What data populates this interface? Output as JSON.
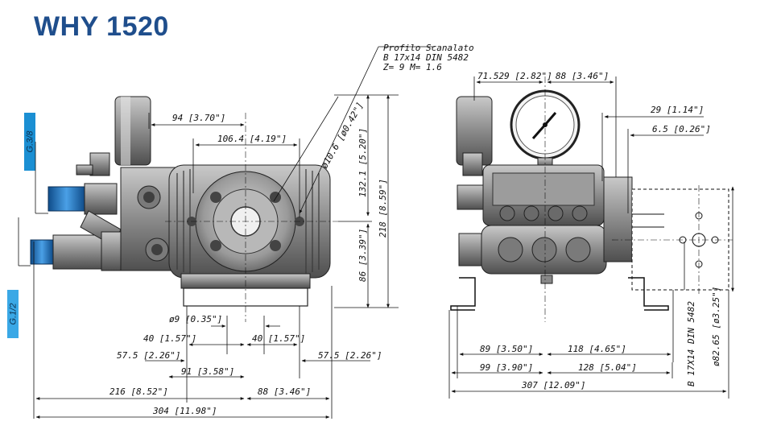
{
  "title": "WHY 1520",
  "thread_labels": {
    "top": "G.3/8",
    "bottom": "G.1/2"
  },
  "spline_note": {
    "line1": "Profilo Scanalato",
    "line2": "B 17x14 DIN 5482",
    "line3": "Z= 9    M= 1.6"
  },
  "left_view_dims": {
    "d94": "94 [3.70\"]",
    "d106": "106.4 [4.19\"]",
    "dia106": "ø10.6 [ø0.42\"]",
    "d132": "132.1 [5.20\"]",
    "d218": "218 [8.59\"]",
    "d86": "86 [3.39\"]",
    "dia9": "ø9 [0.35\"]",
    "d40a": "40 [1.57\"]",
    "d40b": "40 [1.57\"]",
    "d57a": "57.5 [2.26\"]",
    "d57b": "57.5 [2.26\"]",
    "d91": "91 [3.58\"]",
    "d216": "216 [8.52\"]",
    "d88": "88 [3.46\"]",
    "d304": "304 [11.98\"]"
  },
  "right_view_dims": {
    "d71": "71.529 [2.82\"]",
    "d88": "88 [3.46\"]",
    "d29": "29 [1.14\"]",
    "d65": "6.5 [0.26\"]",
    "d89": "89 [3.50\"]",
    "d118": "118 [4.65\"]",
    "d99": "99 [3.90\"]",
    "d128": "128 [5.04\"]",
    "d307": "307 [12.09\"]",
    "spline_vertical": "B 17X14 DIN 5482",
    "dia82": "ø82.65 [ø3.25\"]"
  },
  "colors": {
    "title": "#1f4e8c",
    "badge": "#1b8fd3",
    "line": "#111111"
  }
}
